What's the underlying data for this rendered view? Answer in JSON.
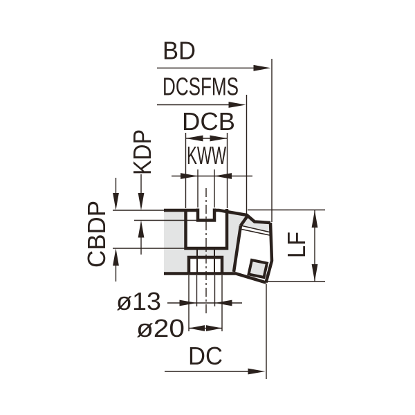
{
  "drawing": {
    "type": "tool-dimension-diagram",
    "labels": {
      "bd": "BD",
      "dcsfms": "DCSFMS",
      "dcb": "DCB",
      "kww": "KWW",
      "kdp": "KDP",
      "cbdp": "CBDP",
      "lf": "LF",
      "bore_small": "ø13",
      "bore_large": "ø20",
      "dc": "DC"
    },
    "colors": {
      "line": "#2a211d",
      "body_fill": "#e3e4e4",
      "background": "#ffffff"
    }
  }
}
